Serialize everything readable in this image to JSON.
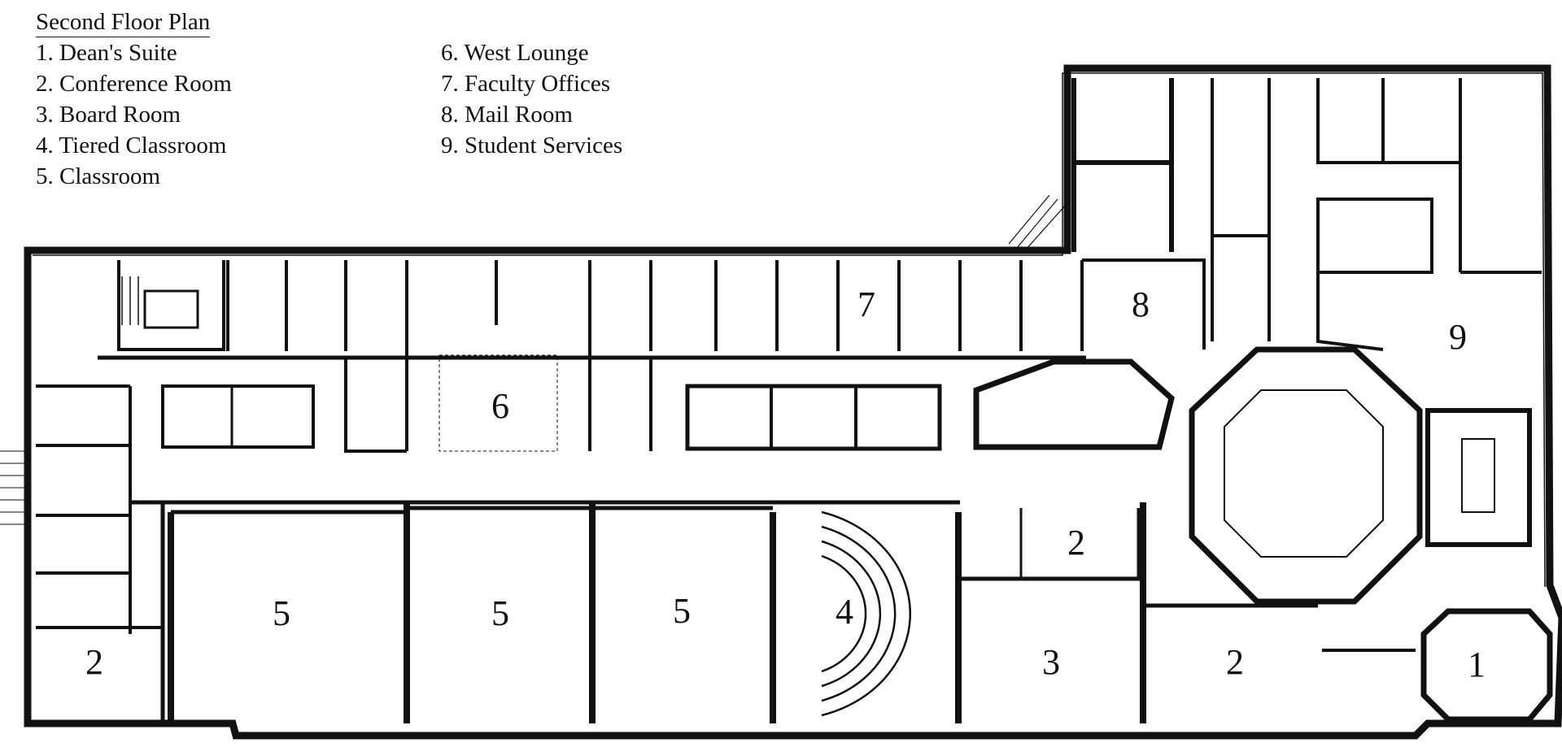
{
  "legend": {
    "title": "Second Floor Plan",
    "col1": [
      "1. Dean's Suite",
      "2. Conference Room",
      "3. Board Room",
      "4. Tiered Classroom",
      "5. Classroom"
    ],
    "col2": [
      "6. West Lounge",
      "7. Faculty Offices",
      "8. Mail Room",
      "9. Student Services"
    ]
  },
  "rooms": [
    "1",
    "2",
    "2",
    "2",
    "3",
    "4",
    "5",
    "5",
    "5",
    "6",
    "7",
    "8",
    "9"
  ]
}
